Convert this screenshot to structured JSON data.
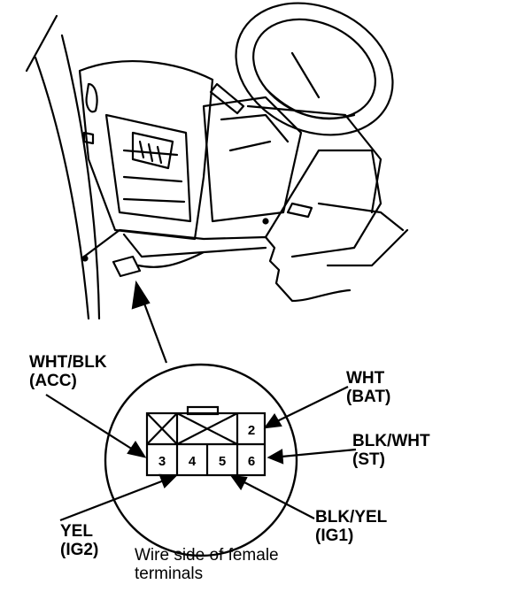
{
  "labels": {
    "wht_blk": {
      "wire": "WHT/BLK",
      "circuit": "(ACC)"
    },
    "wht": {
      "wire": "WHT",
      "circuit": "(BAT)"
    },
    "blk_wht": {
      "wire": "BLK/WHT",
      "circuit": "(ST)"
    },
    "yel": {
      "wire": "YEL",
      "circuit": "(IG2)"
    },
    "blk_yel": {
      "wire": "BLK/YEL",
      "circuit": "(IG1)"
    }
  },
  "connector": {
    "pins": [
      "2",
      "3",
      "4",
      "5",
      "6"
    ]
  },
  "caption": {
    "line1": "Wire side of female",
    "line2": "terminals"
  },
  "colors": {
    "ink": "#000000",
    "paper": "#ffffff"
  }
}
